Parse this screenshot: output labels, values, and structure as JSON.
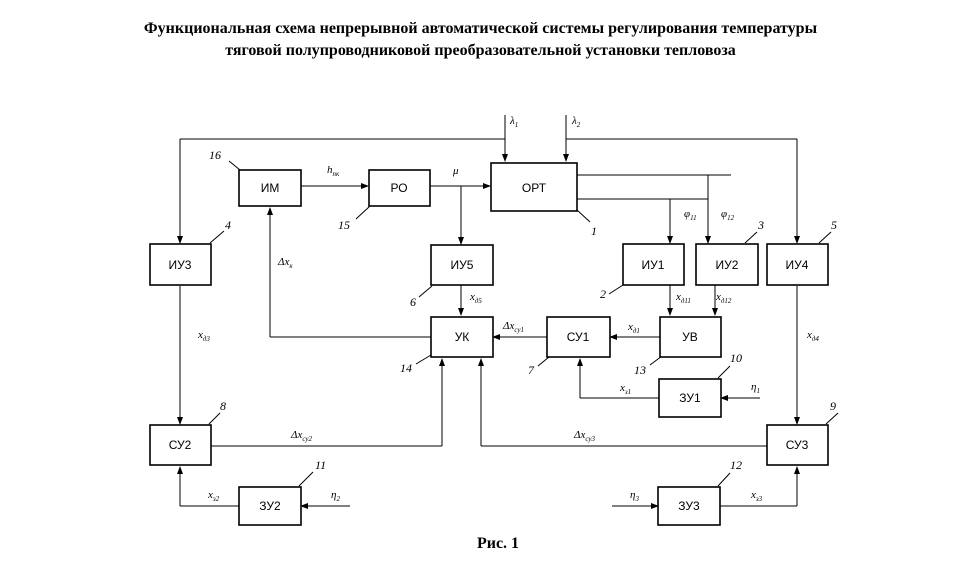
{
  "title": {
    "line1": "Функциональная схема непрерывной автоматической системы регулирования температуры",
    "line2": "тяговой полупроводниковой преобразовательной установки тепловоза"
  },
  "caption": "Рис. 1",
  "blocks": {
    "orp": "ОРТ",
    "im": "ИМ",
    "ro": "РО",
    "iu3": "ИУ3",
    "iu5": "ИУ5",
    "iu1": "ИУ1",
    "iu2": "ИУ2",
    "iu4": "ИУ4",
    "uk": "УК",
    "su1": "СУ1",
    "uv": "УВ",
    "zu1": "ЗУ1",
    "su2": "СУ2",
    "su3": "СУ3",
    "zu2": "ЗУ2",
    "zu3": "ЗУ3"
  },
  "numbers": {
    "n1": "1",
    "n3": "3",
    "n4": "4",
    "n5": "5",
    "n16": "16",
    "n15": "15",
    "n6": "6",
    "n2": "2",
    "n14": "14",
    "n7": "7",
    "n13": "13",
    "n10": "10",
    "n8": "8",
    "n9": "9",
    "n11": "11",
    "n12": "12"
  },
  "signals": {
    "lambda1": "λ",
    "lambda1_sub": "1",
    "lambda2": "λ",
    "lambda2_sub": "2",
    "h": "h",
    "h_sub": "пк",
    "mu": "μ",
    "phi11": "φ",
    "phi11_sub": "11",
    "phi12": "φ",
    "phi12_sub": "12",
    "dxk": "Δx",
    "dxk_sub": "к",
    "xd5": "x",
    "xd5_sub": "д5",
    "xd3": "x",
    "xd3_sub": "д3",
    "xd4": "x",
    "xd4_sub": "д4",
    "xd11": "x",
    "xd11_sub": "д11",
    "xd12": "x",
    "xd12_sub": "д12",
    "xd1": "x",
    "xd1_sub": "д1",
    "dxsy1": "Δx",
    "dxsy1_sub": "су1",
    "xz1": "x",
    "xz1_sub": "з1",
    "eta1": "η",
    "eta1_sub": "1",
    "dxsy2": "Δx",
    "dxsy2_sub": "су2",
    "dxsy3": "Δx",
    "dxsy3_sub": "су3",
    "xz2": "x",
    "xz2_sub": "з2",
    "eta2": "η",
    "eta2_sub": "2",
    "eta3": "η",
    "eta3_sub": "3",
    "xz3": "x",
    "xz3_sub": "з3"
  }
}
